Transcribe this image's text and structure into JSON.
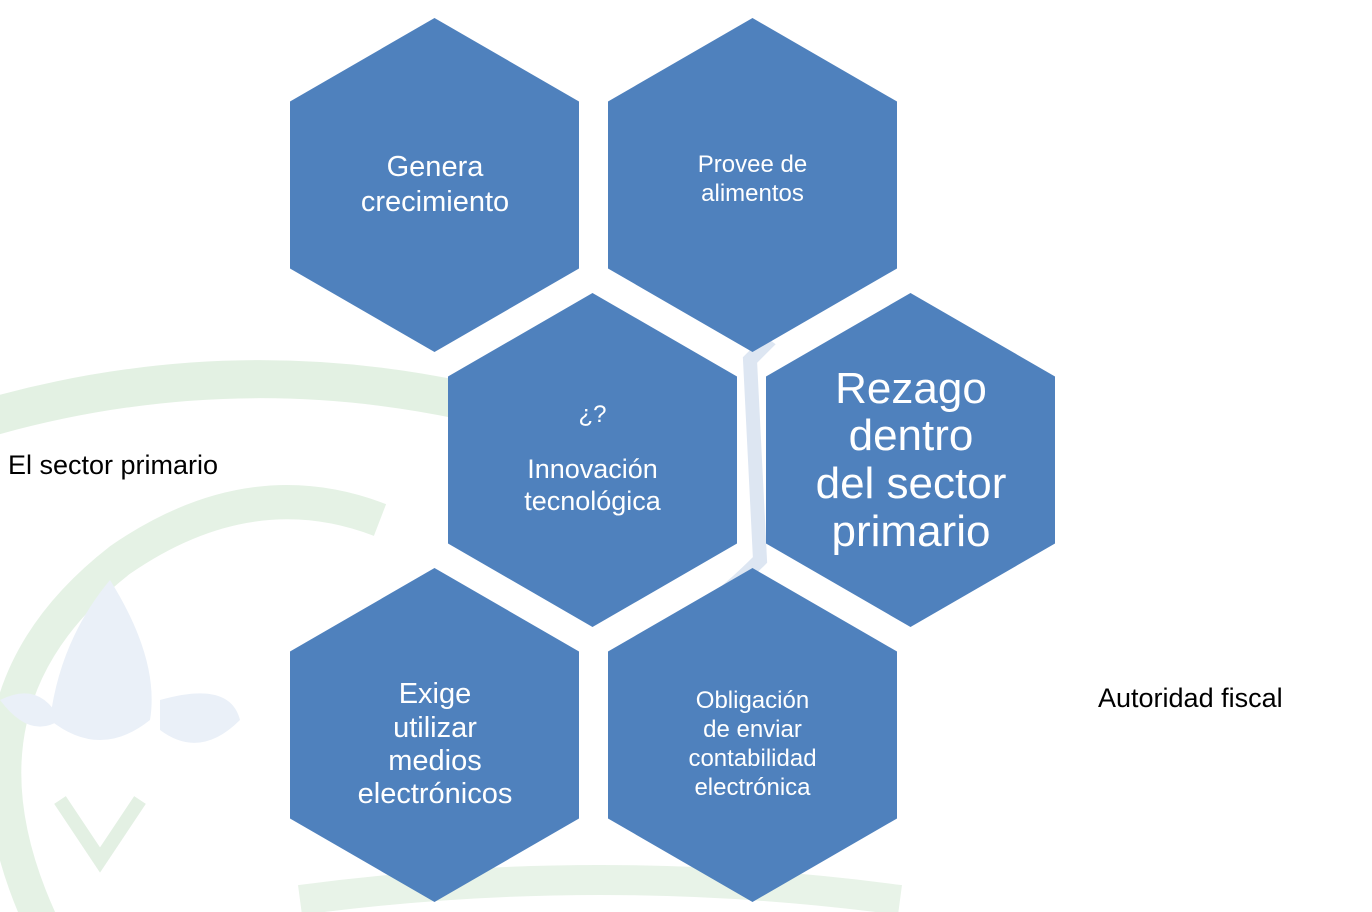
{
  "colors": {
    "hexagon_fill": "#4f81bd",
    "hexagon_text": "#ffffff",
    "connector": "#dde6f2",
    "watermark_green": "#e3f1e3",
    "watermark_blue": "#e8eef7"
  },
  "hexagons": {
    "top_left": "Genera\ncrecimiento",
    "top_right": "Provee de\nalimentos",
    "middle_left_question": "¿?",
    "middle_left": "Innovación\ntecnológica",
    "middle_right": "Rezago\ndentro\ndel sector\nprimario",
    "bottom_left": "Exige\nutilizar\nmedios\nelectrónicos",
    "bottom_right": "Obligación\nde enviar\ncontabilidad\nelectrónica"
  },
  "labels": {
    "left": "El sector primario",
    "right": "Autoridad fiscal"
  }
}
